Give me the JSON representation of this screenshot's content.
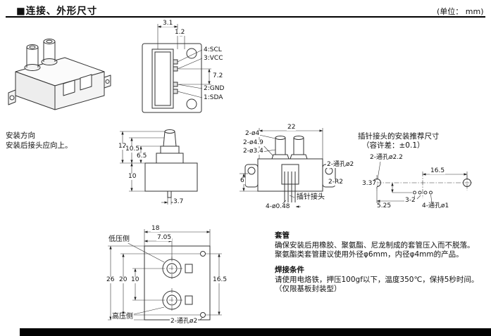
{
  "header": {
    "title": "■连接、外形尺寸",
    "unit": "(单位： mm)"
  },
  "installation": {
    "heading": "安装方向",
    "note": "安装后接头应向上。"
  },
  "connector_view": {
    "dim_width": "3.1",
    "dim_offset": "1.2",
    "dim_pitch": "7.2",
    "pin4": "4:SCL",
    "pin3": "3:VCC",
    "pin2": "2:GND",
    "pin1": "1:SDA"
  },
  "side_view": {
    "dim_total": "12",
    "dim_upper": "10.5",
    "dim_neck": "6.5",
    "dim_base": "10",
    "dim_pin": "3.7"
  },
  "front_view": {
    "dim_width": "22",
    "port_outer": "2-ø4",
    "port_collar": "2-ø4.9",
    "port_stem": "2-ø3.4",
    "dim_ear": "6",
    "thru_holes": "2-通孔ø2",
    "corner_radius": "2-R2",
    "pin_header": "插针接头",
    "pin_dia": "4-ø0.48"
  },
  "mount_view": {
    "title": "插针接头的安装推荐尺寸",
    "tolerance": "（容许差：±0.1）",
    "thru_holes": "2-通孔ø2.2",
    "dim_span": "16.5",
    "dim_drop": "3.37",
    "dim_lead": "5.25",
    "dim_pitch": "3-2",
    "pin_holes": "4-通孔ø1"
  },
  "bottom_view": {
    "dim_width": "18",
    "dim_port_x": "7.05",
    "low_side": "低压侧",
    "high_side": "高压侧",
    "dim_height": "26",
    "dim_hole_span_v": "20",
    "dim_port_span": "10",
    "dim_hole_span_h": "16.5",
    "thru_holes": "2-通孔ø2"
  },
  "notes": {
    "sleeve_title": "套管",
    "sleeve_line1": "确保安装后用橡胶、聚氨酯、尼龙制成的套管压入而不脱落。",
    "sleeve_line2": "聚氨酯类套管建议使用外径φ6mm，内径φ4mm的产品。",
    "solder_title": "焊接条件",
    "solder_line1": "请使用电烙铁，押压100gf以下，温度350℃，保持5秒时间。",
    "solder_line2": "（仅限基板封装型）"
  }
}
